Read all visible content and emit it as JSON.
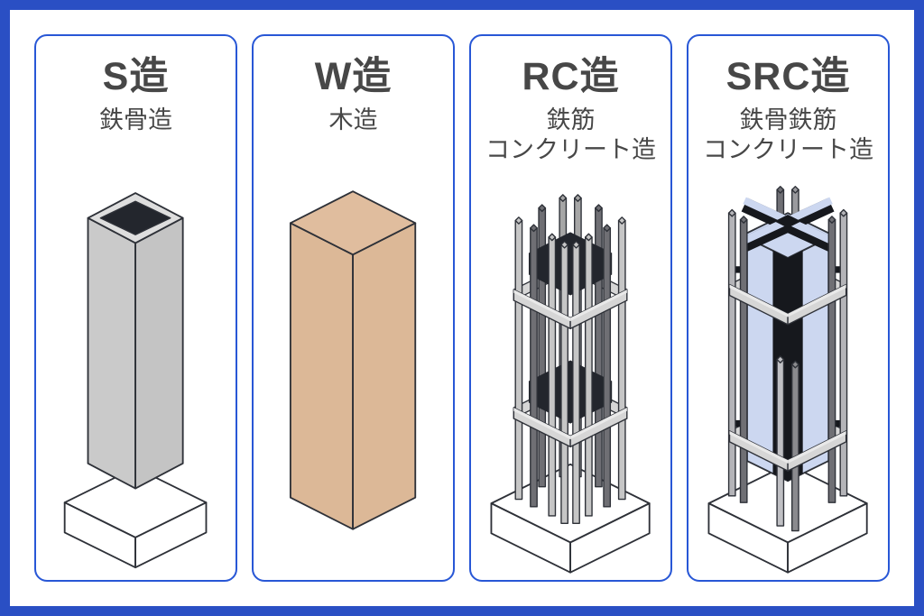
{
  "cards": [
    {
      "title": "S造",
      "subtitle": "鉄骨造",
      "illustration": "hollow-steel-tube-column"
    },
    {
      "title": "W造",
      "subtitle": "木造",
      "illustration": "solid-wood-column"
    },
    {
      "title": "RC造",
      "subtitle": "鉄筋\nコンクリート造",
      "illustration": "rebar-cage-column"
    },
    {
      "title": "SRC造",
      "subtitle": "鉄骨鉄筋\nコンクリート造",
      "illustration": "steel-core-rebar-column"
    }
  ],
  "colors": {
    "frame_blue": "#2a4fc4",
    "card_border_blue": "#2857d6",
    "text_gray": "#474747",
    "steel_gray": "#c9c9c9",
    "steel_rim": "#dedede",
    "steel_hole": "#23262d",
    "wood_tan": "#dcb897",
    "rebar_light": "#c6c6c6",
    "rebar_dark": "#6f6f74",
    "stirrup_band": "#d6d6d6",
    "steel_core_black": "#16181d",
    "steel_core_blue": "#ccd7f0",
    "outline": "#2e3138",
    "base_white": "#ffffff"
  }
}
